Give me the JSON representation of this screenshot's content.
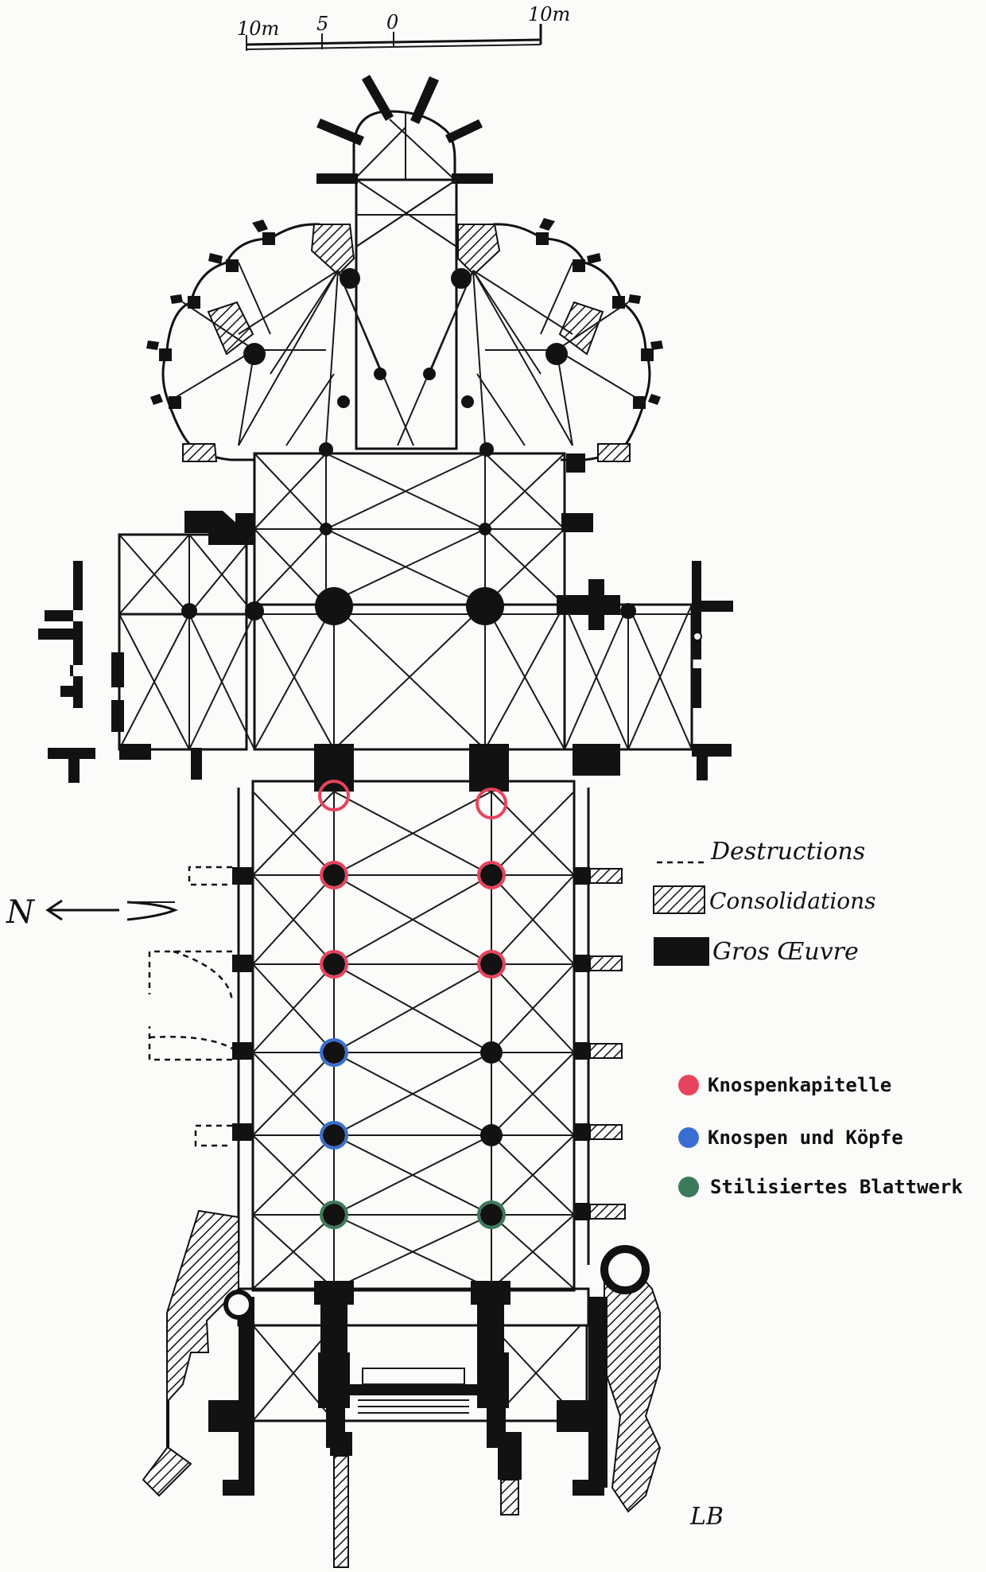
{
  "scale_bar": {
    "labels": [
      "10m",
      "5",
      "0",
      "10m"
    ]
  },
  "legend": {
    "items": [
      {
        "key": "destructions",
        "label": "Destructions"
      },
      {
        "key": "consolidations",
        "label": "Consolidations"
      },
      {
        "key": "gros_oeuvre",
        "label": "Gros Œuvre"
      }
    ]
  },
  "capitals_legend": {
    "items": [
      {
        "label": "Knospenkapitelle",
        "color": "#e8435c"
      },
      {
        "label": "Knospen und Köpfe",
        "color": "#3a6fd1"
      },
      {
        "label": "Stilisiertes Blattwerk",
        "color": "#3d7a5c"
      }
    ]
  },
  "north_label": "N",
  "signature": "LB",
  "colors": {
    "ink": "#121212",
    "paper": "#fbfbf9"
  }
}
